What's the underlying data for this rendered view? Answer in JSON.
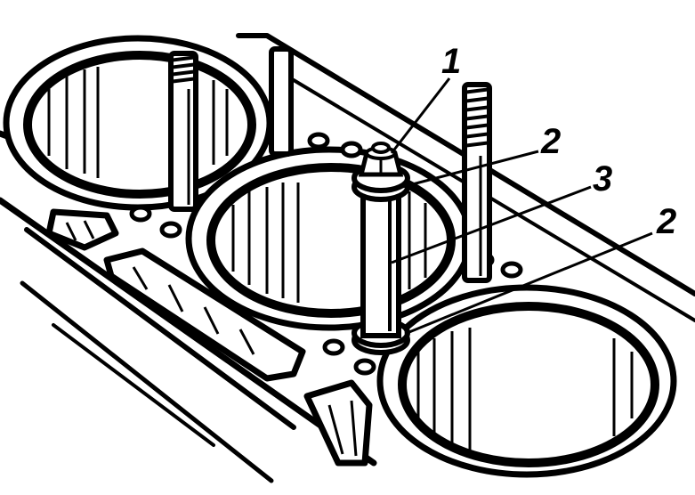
{
  "diagram": {
    "callouts": [
      {
        "id": "c1",
        "text": "1"
      },
      {
        "id": "c2a",
        "text": "2"
      },
      {
        "id": "c3",
        "text": "3"
      },
      {
        "id": "c2b",
        "text": "2"
      }
    ],
    "colors": {
      "ink": "#000000",
      "paper": "#ffffff"
    }
  }
}
